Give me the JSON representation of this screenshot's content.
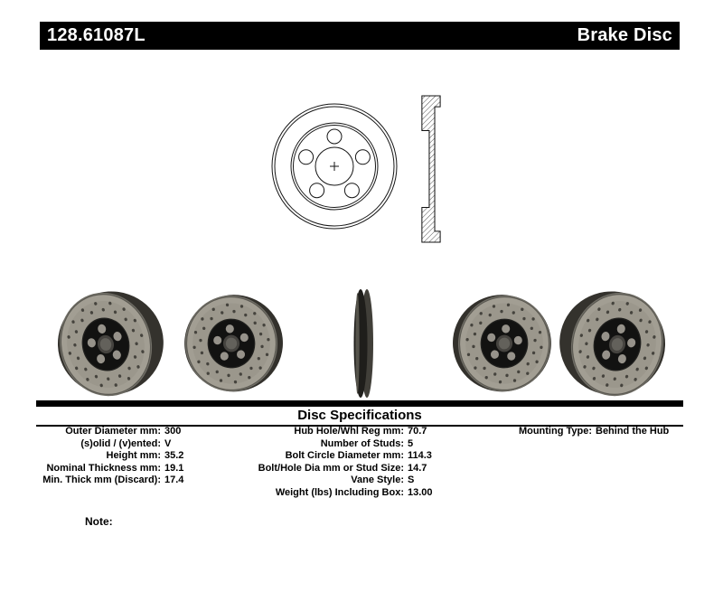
{
  "header": {
    "part_number": "128.61087L",
    "product_type": "Brake Disc"
  },
  "colors": {
    "bar_bg": "#000000",
    "bar_text": "#ffffff"
  },
  "images": {
    "technical_front": "brake-disc-front-technical-drawing",
    "technical_section": "brake-disc-cross-section-drawing",
    "photo_1": "drilled-rotor-photo-angled-left",
    "photo_2": "drilled-rotor-photo-front-left",
    "photo_3": "drilled-rotor-photo-edge-view",
    "photo_4": "drilled-rotor-photo-front-right",
    "photo_5": "drilled-rotor-photo-angled-right"
  },
  "specifications": {
    "title": "Disc Specifications",
    "left": [
      {
        "label": "Outer Diameter mm:",
        "value": "300"
      },
      {
        "label": "(s)olid / (v)ented:",
        "value": "V"
      },
      {
        "label": "Height mm:",
        "value": "35.2"
      },
      {
        "label": "Nominal Thickness mm:",
        "value": "19.1"
      },
      {
        "label": "Min. Thick mm (Discard):",
        "value": "17.4"
      }
    ],
    "middle": [
      {
        "label": "Hub Hole/Whl Reg mm:",
        "value": "70.7"
      },
      {
        "label": "Number of Studs:",
        "value": "5"
      },
      {
        "label": "Bolt Circle Diameter mm:",
        "value": "114.3"
      },
      {
        "label": "Bolt/Hole Dia mm or Stud Size:",
        "value": "14.7"
      },
      {
        "label": "Vane Style:",
        "value": "S"
      },
      {
        "label": "Weight (lbs) Including Box:",
        "value": "13.00"
      }
    ],
    "right": [
      {
        "label": "Mounting Type:",
        "value": "Behind the Hub"
      }
    ]
  },
  "note_label": "Note:"
}
